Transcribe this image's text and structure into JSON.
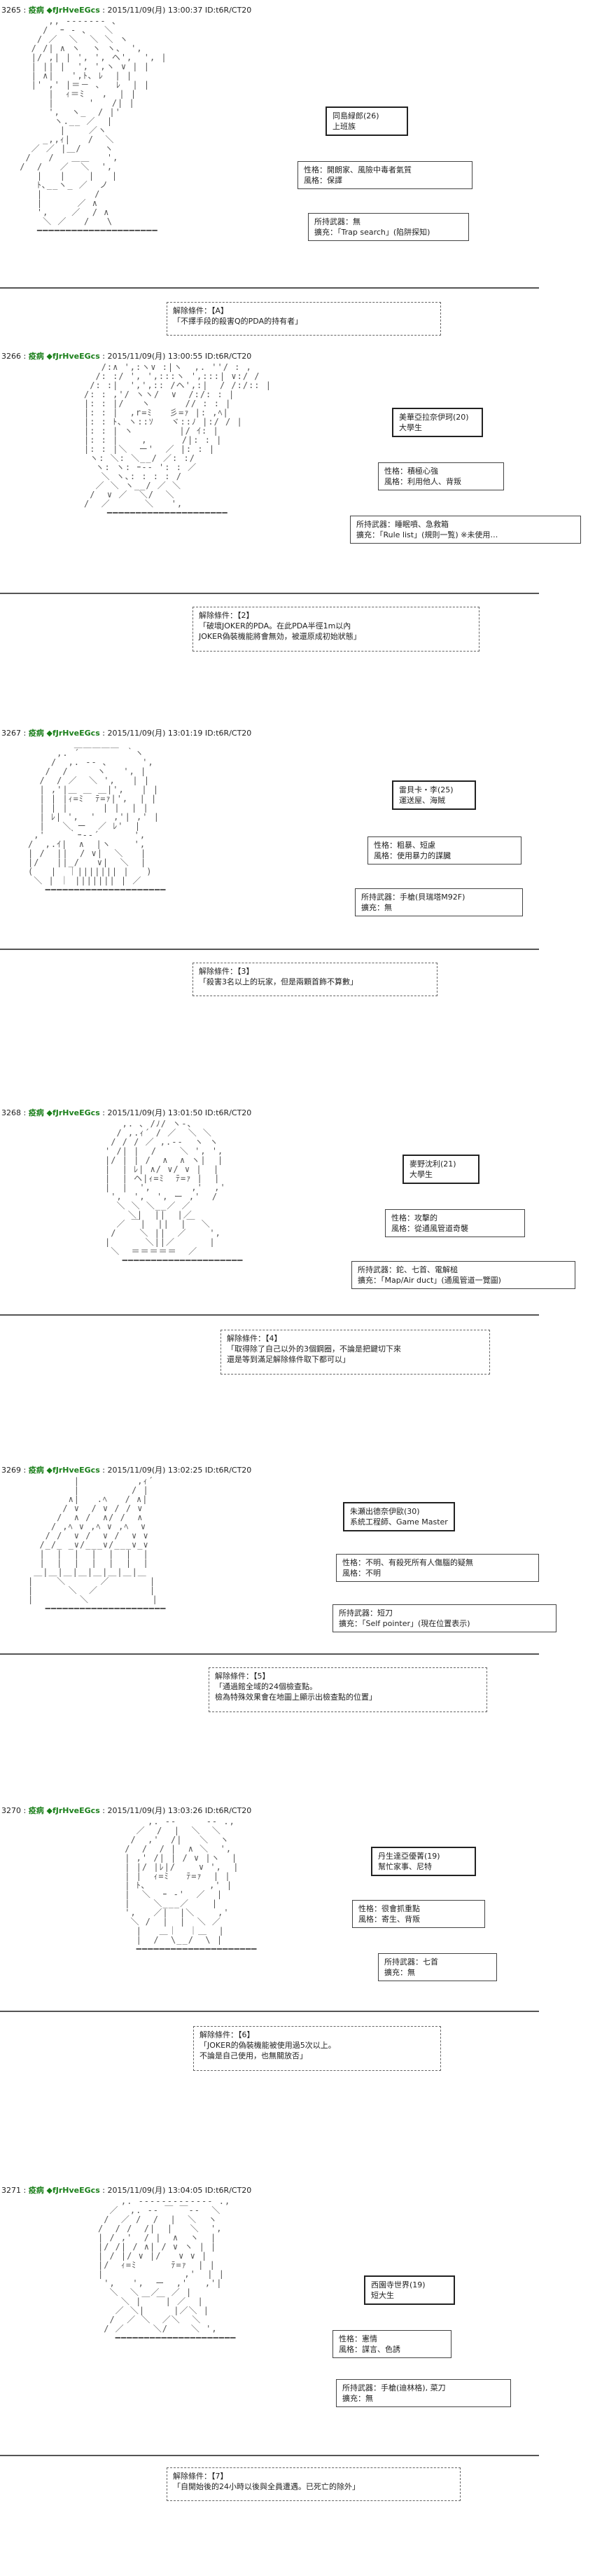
{
  "posts": [
    {
      "header": "3265 : 疫病 ◆fJrHveEGcs : 2015/11/09(月) 13:00:37 ID:t6R/CT20",
      "header_id": "3265",
      "header_name": "疫病 ◆fJrHveEGcs",
      "header_meta": " : 2015/11/09(月) 13:00:37 ID:t6R/CT20",
      "name": "同島緑郎(26)",
      "role": "上班族",
      "personality": "性格：開朗家、風險中毒者氣質",
      "style": "風格：保譯",
      "weapon": "所持武器：無",
      "extension": "擴充：「Trap search」(陷阱探知)",
      "cond_title": "解除條件：【A】",
      "cond_text": "「不擇手段的殺害Q的PDA的持有者」"
    },
    {
      "header_id": "3266",
      "header_name": "疫病 ◆fJrHveEGcs",
      "header_meta": " : 2015/11/09(月) 13:00:55 ID:t6R/CT20",
      "name": "美華亞拉奈伊珂(20)",
      "role": "大學生",
      "personality": "性格：積極心強",
      "style": "風格：利用他人、背叛",
      "weapon": "所持武器：睡眠噴、急救箱",
      "extension": "擴充：「Rule list」(規則一覧) ※未使用…",
      "cond_title": "解除條件：【2】",
      "cond_text": "「破壞JOKER的PDA。在此PDA半徑1m以內\nJOKER偽裝機能將會無効，被還原成初始狀態」"
    },
    {
      "header_id": "3267",
      "header_name": "疫病 ◆fJrHveEGcs",
      "header_meta": " : 2015/11/09(月) 13:01:19 ID:t6R/CT20",
      "name": "雷貝卡・李(25)",
      "role": "運送屋、海賊",
      "personality": "性格：粗暴、短慮",
      "style": "風格：使用暴力的謀臓",
      "weapon": "所持武器：手槍(貝瑞塔M92F)",
      "extension": "擴充：無",
      "cond_title": "解除條件：【3】",
      "cond_text": "「殺害3名以上的玩家，但是兩顆首飾不算數」"
    },
    {
      "header_id": "3268",
      "header_name": "疫病 ◆fJrHveEGcs",
      "header_meta": " : 2015/11/09(月) 13:01:50 ID:t6R/CT20",
      "name": "麥野沈利(21)",
      "role": "大學生",
      "personality": "性格：攻擊的",
      "style": "風格：從通風管道奇襲",
      "weapon": "所持武器：鉈、七首、電解槌",
      "extension": "擴充：「Map/Air duct」(通風管道一覽圖)",
      "cond_title": "解除條件：【4】",
      "cond_text": "「取得除了自己以外的3個鋼圈，不論是把鍵切下來\n還是等到滿足解除條件取下都可以」"
    },
    {
      "header_id": "3269",
      "header_name": "疫病 ◆fJrHveEGcs",
      "header_meta": " : 2015/11/09(月) 13:02:25 ID:t6R/CT20",
      "name": "朱瀬出德奈伊歐(30)",
      "role": "系統工程師、Game Master",
      "personality": "性格：不明、有殺死所有人傷腦的疑無",
      "style": "風格：不明",
      "weapon": "所持武器：短刀",
      "extension": "擴充：「Self pointer」(現在位置表示)",
      "cond_title": "解除條件：【5】",
      "cond_text": "「通過館全域的24個檢查點。\n檢為特殊效果會在地圖上顯示出檢查點的位置」"
    },
    {
      "header_id": "3270",
      "header_name": "疫病 ◆fJrHveEGcs",
      "header_meta": " : 2015/11/09(月) 13:03:26 ID:t6R/CT20",
      "name": "丹生達亞優菁(19)",
      "role": "幫忙家事、尼特",
      "personality": "性格：很會抓重點",
      "style": "風格：寄生、背叛",
      "weapon": "所持武器：七首",
      "extension": "擴充：無",
      "cond_title": "解除條件：【6】",
      "cond_text": "「JOKER的偽裝機能被使用過5次以上。\n不論是自己使用，也無關放否」"
    },
    {
      "header_id": "3271",
      "header_name": "疫病 ◆fJrHveEGcs",
      "header_meta": " : 2015/11/09(月) 13:04:05 ID:t6R/CT20",
      "name": "西園寺世界(19)",
      "role": "短大生",
      "personality": "性格：憲情",
      "style": "風格：謀言、色誘",
      "weapon": "所持武器：手槍(迪林格), 菜刀",
      "extension": "擴充：無",
      "cond_title": "解除條件：【7】",
      "cond_text": "「自開始後的24小時以後與全員遭遇。已死亡的除外」"
    }
  ]
}
